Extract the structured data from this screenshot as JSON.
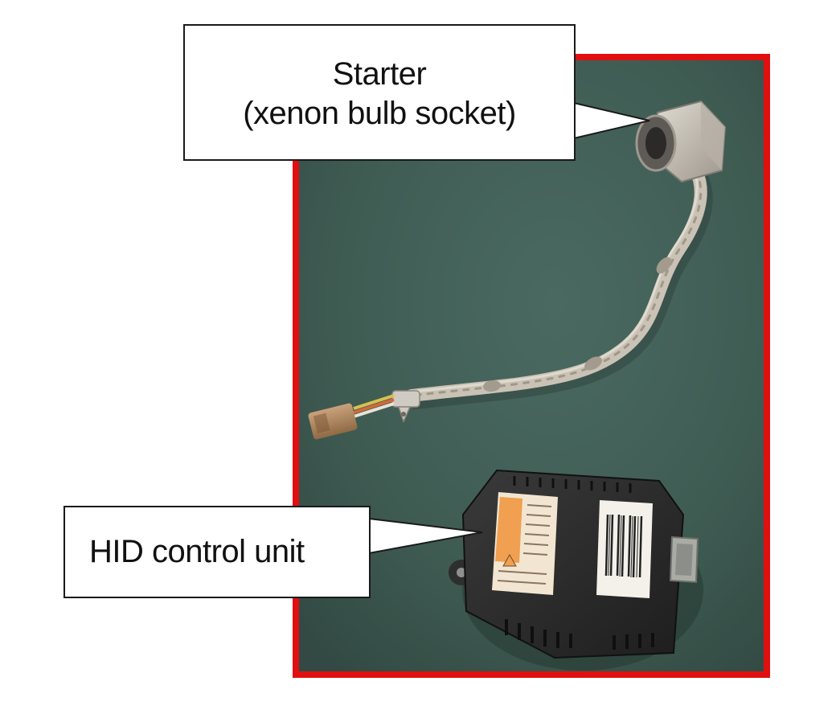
{
  "photo": {
    "subject": "HID xenon headlight ballast with starter cable",
    "colors": {
      "frame_border": "#e01010",
      "background_surface": "#3f5c53",
      "control_unit_body": "#2a2a2a",
      "cable": "#c9c2b5",
      "label_sticker": "#f0a050"
    }
  },
  "callouts": {
    "starter": {
      "line1": "Starter",
      "line2": "(xenon bulb socket)"
    },
    "hid_control_unit": {
      "label": "HID control unit"
    }
  }
}
